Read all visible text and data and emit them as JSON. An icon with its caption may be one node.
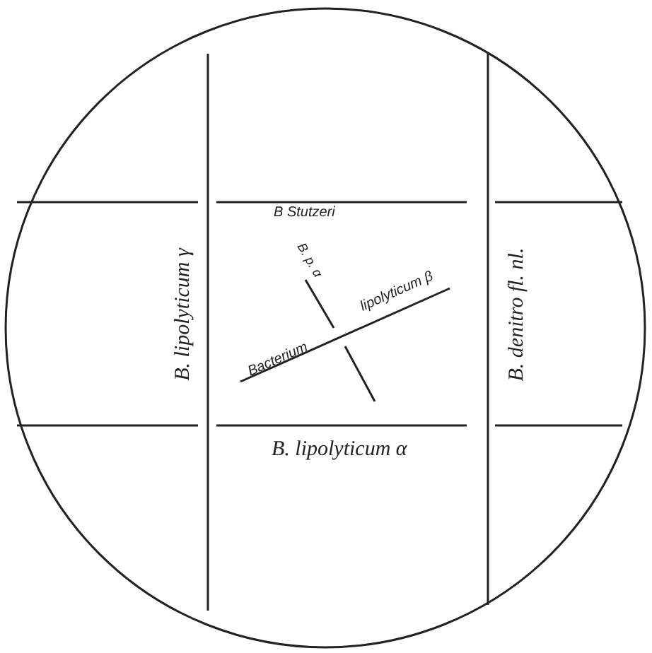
{
  "diagram": {
    "labels": [
      "B Stutzeri",
      "B. lipolyticum γ",
      "B. denitro fl. nl.",
      "B. p. α",
      "Bacterium",
      "lipolyticum β",
      "B. lipolyticum α"
    ]
  }
}
